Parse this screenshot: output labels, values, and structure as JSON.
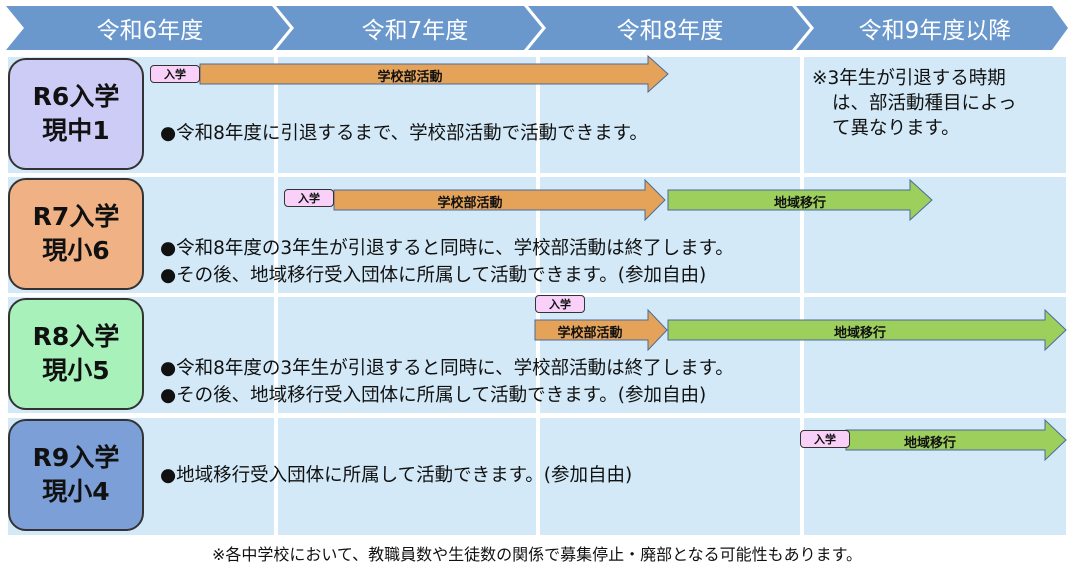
{
  "header": [
    "令和6年度",
    "令和7年度",
    "令和8年度",
    "令和9年度以降"
  ],
  "rows": [
    {
      "line1": "R6入学",
      "line2": "現中1",
      "color": "#ccccf6",
      "notes": [
        "●令和8年度に引退するまで、学校部活動で活動できます。"
      ]
    },
    {
      "line1": "R7入学",
      "line2": "現小6",
      "color": "#f0b284",
      "notes": [
        "●令和8年度の3年生が引退すると同時に、学校部活動は終了します。",
        "●その後、地域移行受入団体に所属して活動できます。(参加自由)"
      ]
    },
    {
      "line1": "R8入学",
      "line2": "現小5",
      "color": "#a9f1bb",
      "notes": [
        "●令和8年度の3年生が引退すると同時に、学校部活動は終了します。",
        "●その後、地域移行受入団体に所属して活動できます。(参加自由)"
      ]
    },
    {
      "line1": "R9入学",
      "line2": "現小4",
      "color": "#7b9fd6",
      "notes": [
        "●地域移行受入団体に所属して活動できます。(参加自由)"
      ]
    }
  ],
  "badge": "入学",
  "school_club": "学校部活動",
  "community": "地域移行",
  "side_note": [
    "※3年生が引退する時期",
    "は、部活動種目によっ",
    "て異なります。"
  ],
  "footer": "※各中学校において、教職員数や生徒数の関係で募集停止・廃部となる可能性もあります。",
  "colors": {
    "header": "#6a98cc",
    "cell": "#d3e9f7",
    "orange": "#e5a35a",
    "green": "#9dcf5c",
    "badge": "#f8d0f8"
  }
}
